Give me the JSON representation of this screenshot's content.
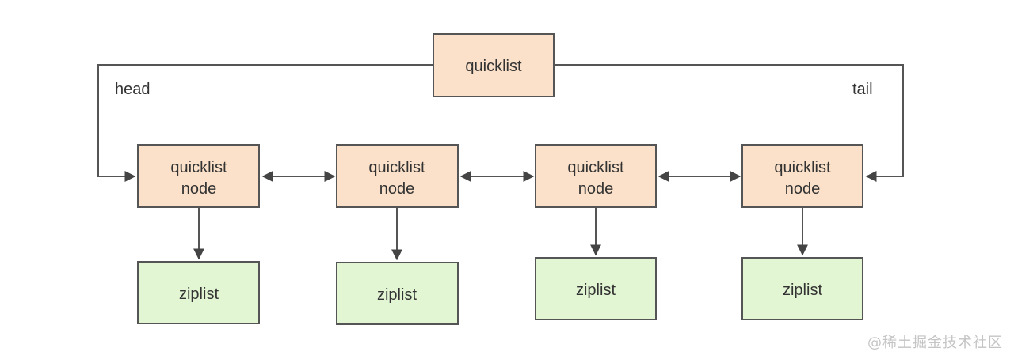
{
  "colors": {
    "node_fill": "#fbe1c9",
    "ziplist_fill": "#e3f6d4",
    "stroke": "#555555",
    "text": "#333333"
  },
  "quicklist": {
    "label": "quicklist"
  },
  "pointers": {
    "head": "head",
    "tail": "tail"
  },
  "nodes": [
    {
      "line1": "quicklist",
      "line2": "node",
      "ziplist": "ziplist"
    },
    {
      "line1": "quicklist",
      "line2": "node",
      "ziplist": "ziplist"
    },
    {
      "line1": "quicklist",
      "line2": "node",
      "ziplist": "ziplist"
    },
    {
      "line1": "quicklist",
      "line2": "node",
      "ziplist": "ziplist"
    }
  ],
  "watermark": "@稀土掘金技术社区"
}
